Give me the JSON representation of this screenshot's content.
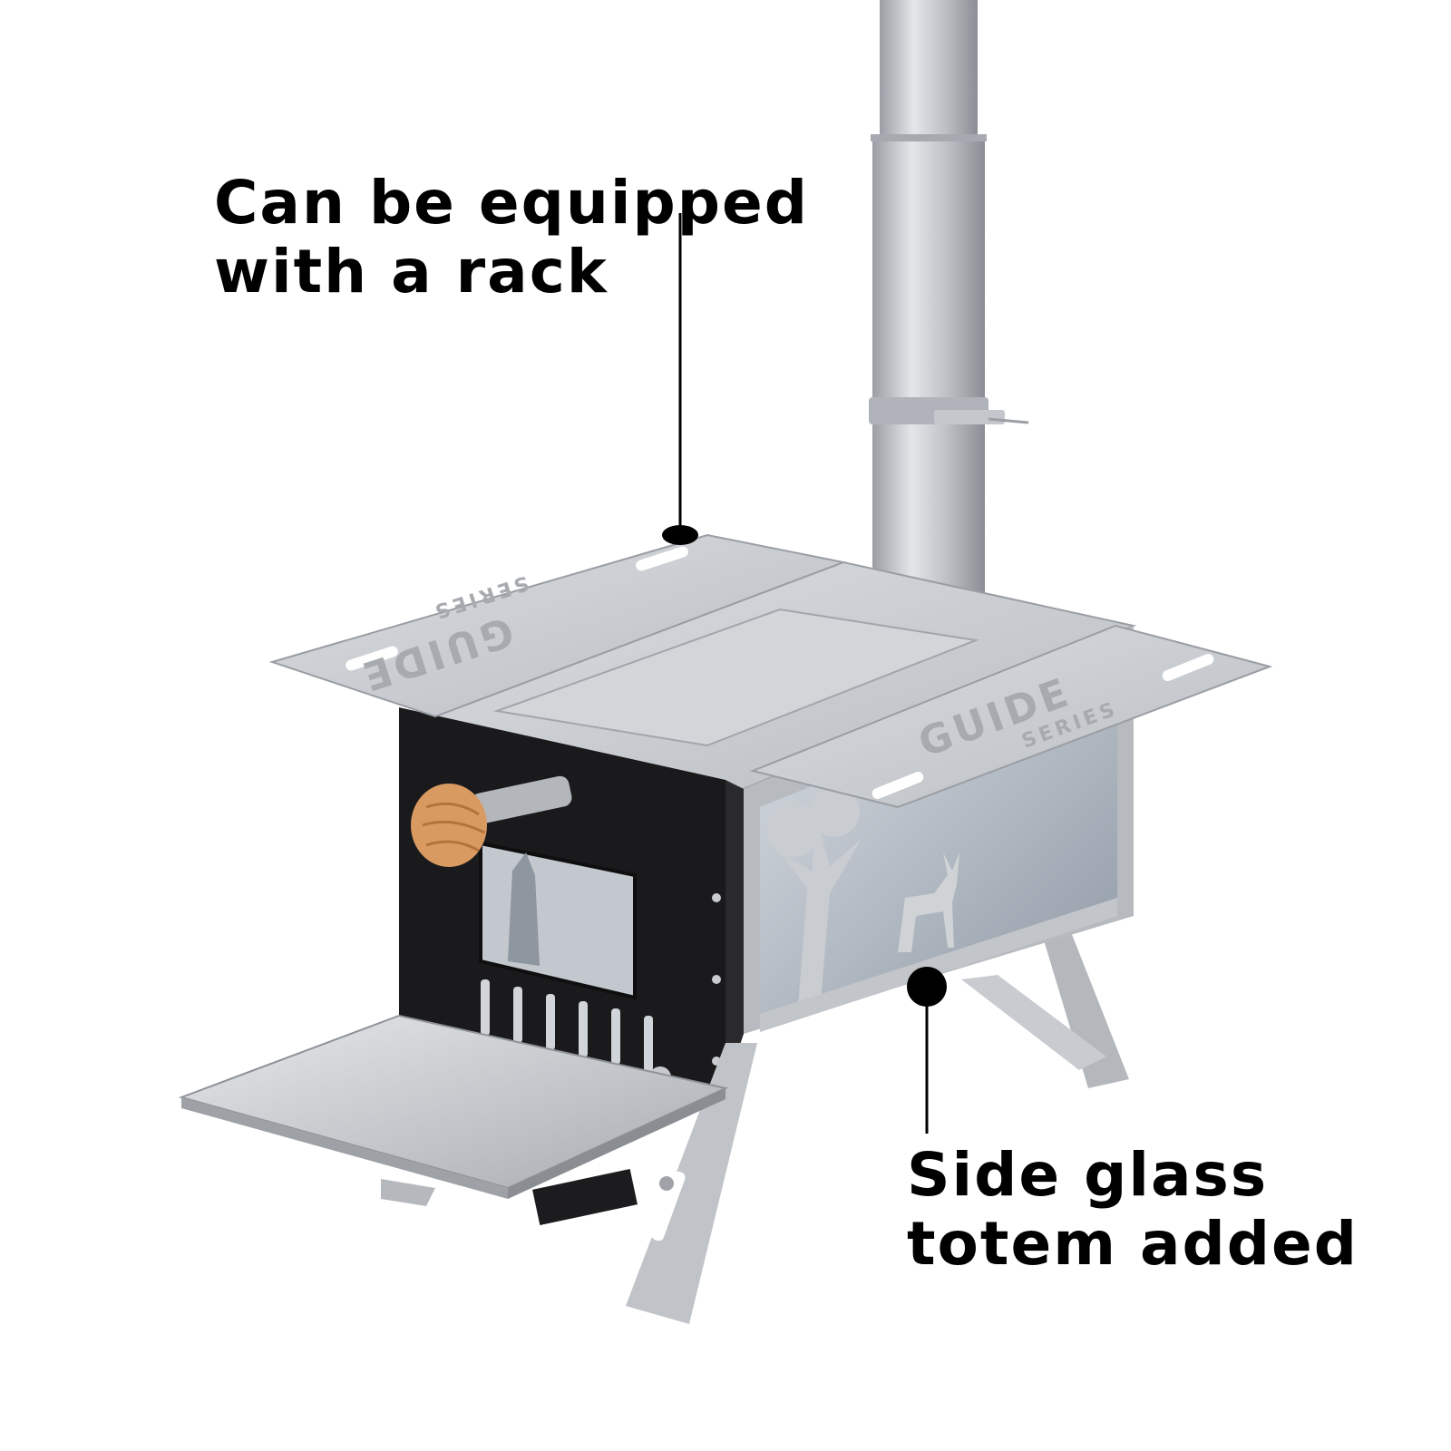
{
  "callouts": {
    "rack": {
      "line1": "Can be equipped",
      "line2": "with a rack"
    },
    "glass": {
      "line1": "Side glass",
      "line2": "totem added"
    }
  },
  "product_marks": {
    "left_shelf": [
      "GUIDE",
      "SERIES"
    ],
    "right_shelf": [
      "GUIDE",
      "SERIES"
    ]
  },
  "colors": {
    "background": "#ffffff",
    "text": "#000000",
    "steel": "#c9ccd0",
    "steel_dark": "#8c9096",
    "door_black": "#1a1a1c",
    "handle_wood": "#d99a62"
  }
}
